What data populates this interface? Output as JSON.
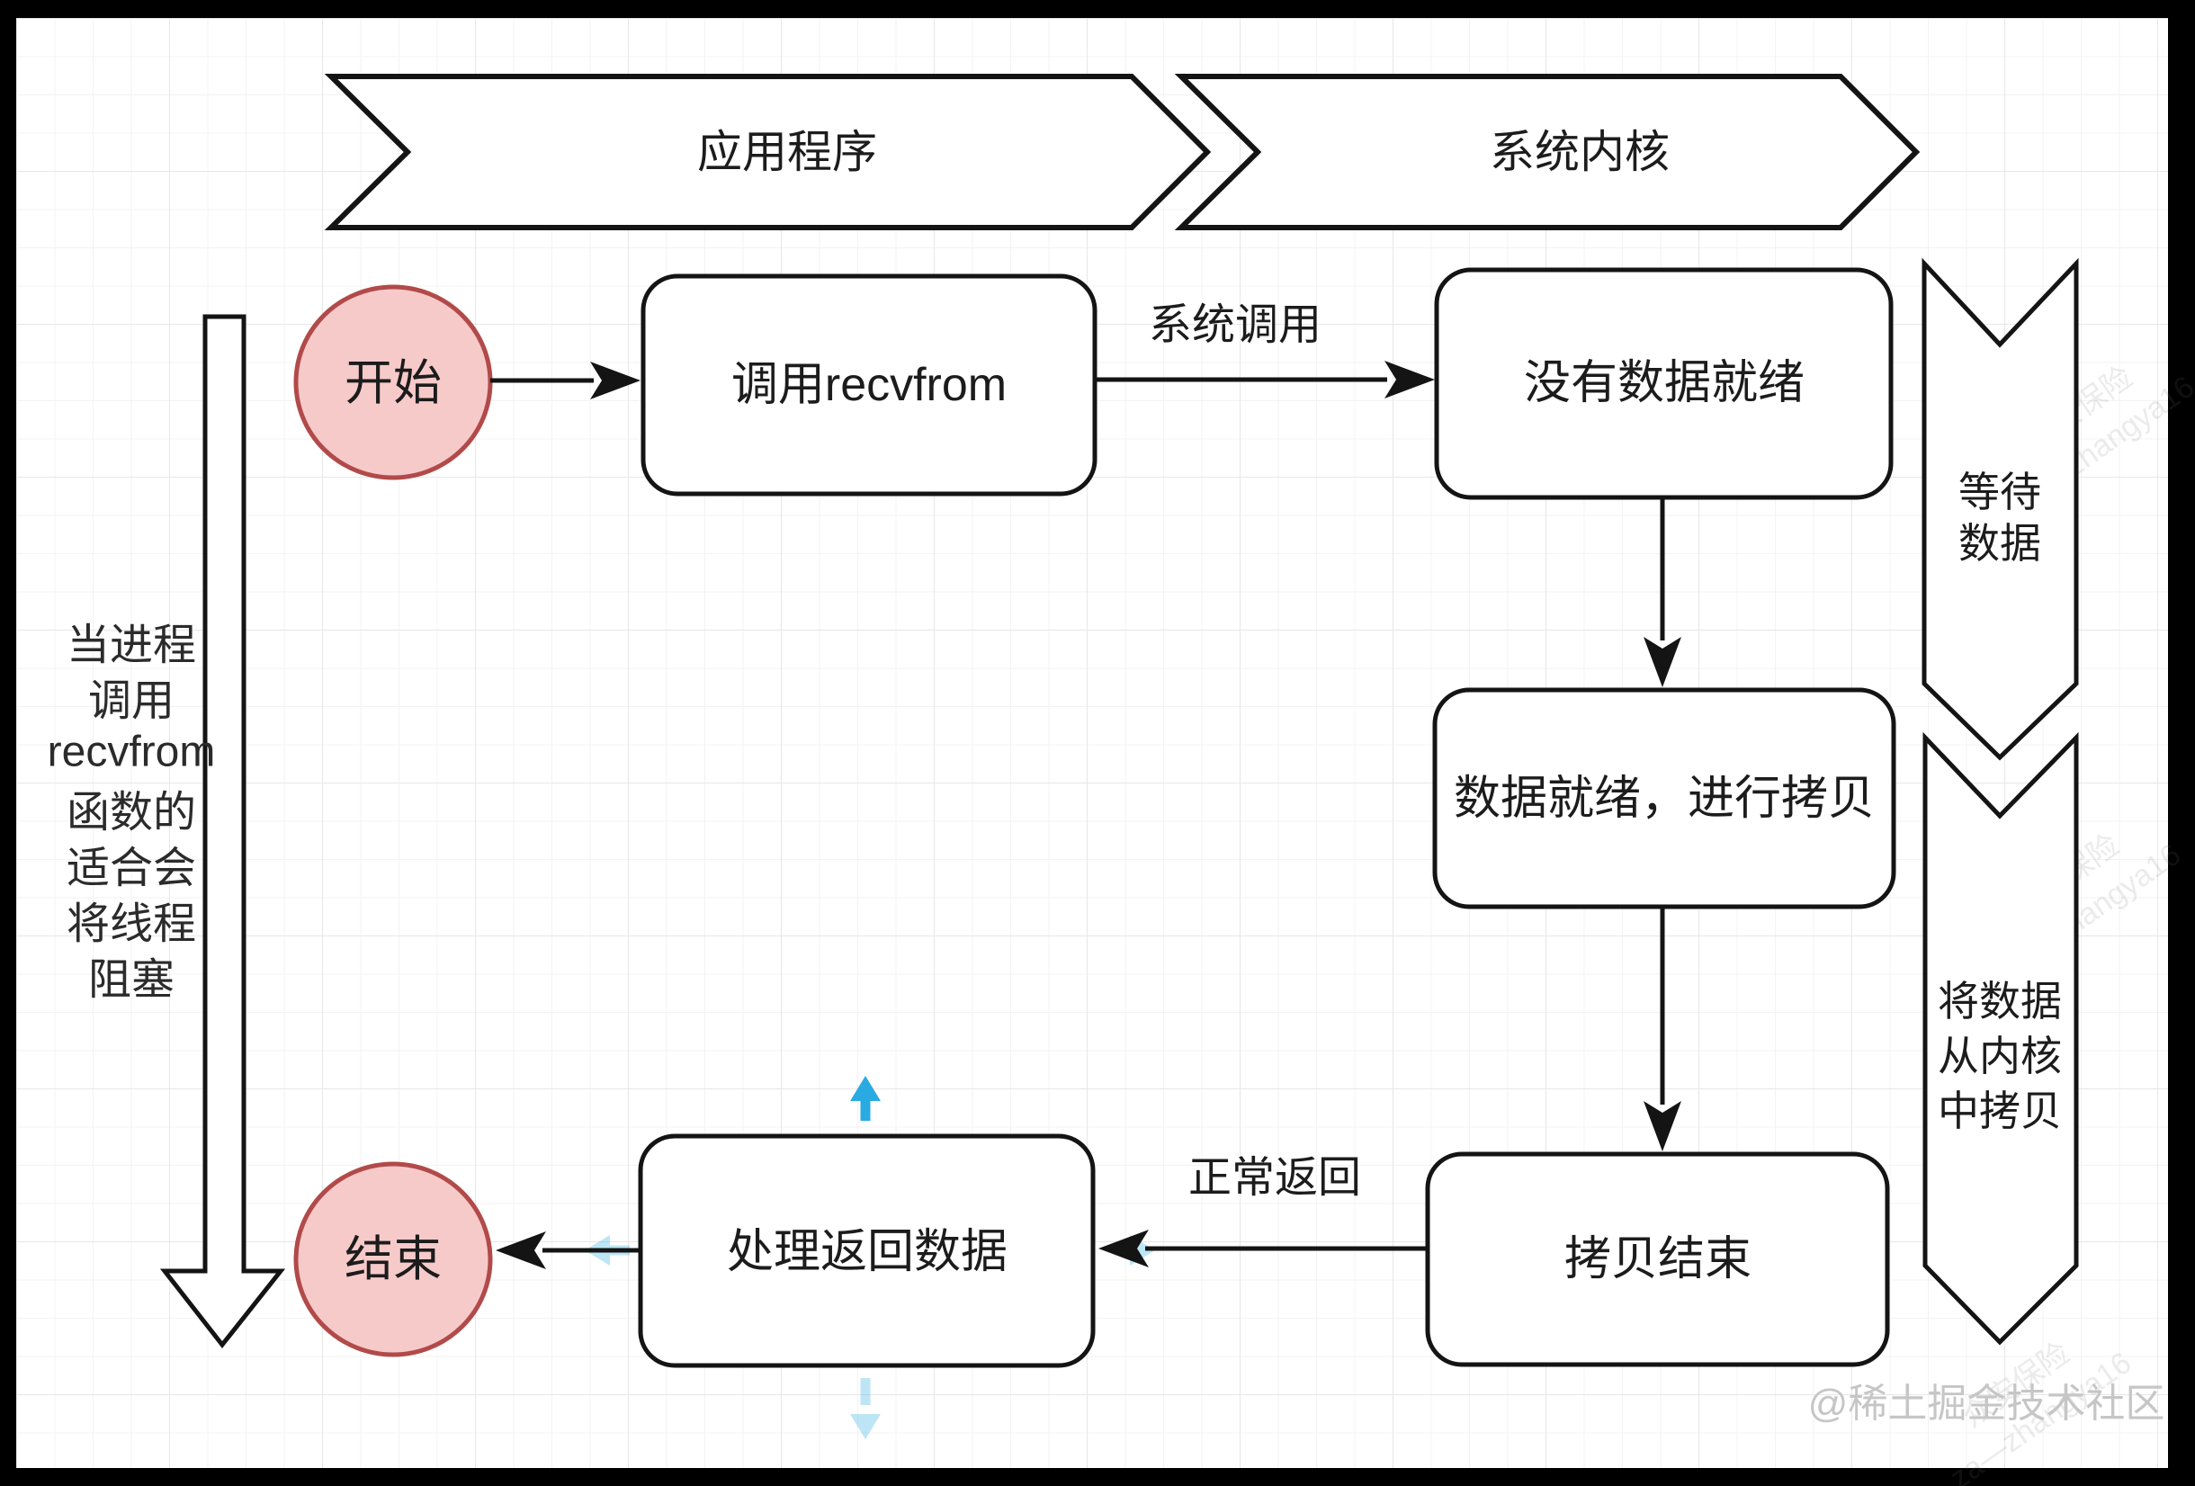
{
  "diagram": {
    "lanes": [
      {
        "label": "应用程序"
      },
      {
        "label": "系统内核"
      }
    ],
    "nodes": {
      "start": {
        "label": "开始"
      },
      "call_recvfrom": {
        "label": "调用recvfrom"
      },
      "no_data_ready": {
        "label": "没有数据就绪"
      },
      "data_ready_copy": {
        "label": "数据就绪，进行拷贝"
      },
      "copy_done": {
        "label": "拷贝结束"
      },
      "handle_return": {
        "label": "处理返回数据"
      },
      "end": {
        "label": "结束"
      }
    },
    "edge_labels": {
      "syscall": "系统调用",
      "normal_return": "正常返回"
    },
    "side_banners": {
      "wait_data": {
        "lines": [
          "等待",
          "数据"
        ]
      },
      "copy_from_kernel": {
        "lines": [
          "将数据",
          "从内核",
          "中拷贝"
        ]
      }
    },
    "left_note": {
      "lines": [
        "当进程",
        "调用",
        "recvfrom",
        "函数的",
        "适合会",
        "将线程",
        "阻塞"
      ]
    },
    "watermark": "@稀土掘金技术社区",
    "tiled_watermark": {
      "line1": "众安保险",
      "line2": "za—zhangya16"
    },
    "colors": {
      "node_stroke": "#141414",
      "start_end_fill": "#f7caca",
      "start_end_stroke": "#b24a4a",
      "handle_blue": "#29abe2"
    }
  }
}
